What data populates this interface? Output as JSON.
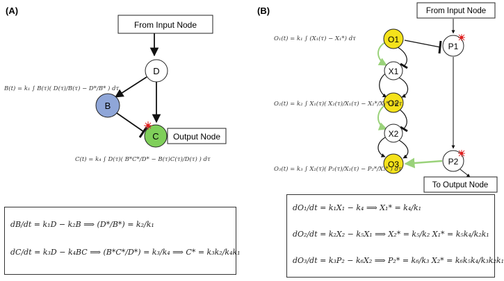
{
  "panel_a": {
    "label": "(A)",
    "input_box": "From Input Node",
    "output_box": "Output Node",
    "nodes": {
      "d": "D",
      "b": "B",
      "c": "C"
    },
    "eq_b": "B(t) = k₁ ∫ B(τ)( D(τ)/B(τ) − D*/B* ) dτ",
    "eq_c": "C(t) = k₄ ∫ D(τ)( B*C*/D* − B(τ)C(τ)/D(τ) ) dτ",
    "box_lines": [
      "dB/dt = k₁D − k₂B  ⟹  (D*/B*) = k₂/k₁",
      "dC/dt = k₃D − k₄BC  ⟹  (B*C*/D*) = k₃/k₄  ⟹  C* = k₃k₂/k₄k₁"
    ]
  },
  "panel_b": {
    "label": "(B)",
    "input_box": "From Input Node",
    "output_box": "To Output Node",
    "nodes": {
      "o1": "O1",
      "o2": "O2",
      "o3": "O3",
      "x1": "X1",
      "x2": "X2",
      "p1": "P1",
      "p2": "P2"
    },
    "eq_o1": "O₁(t) = k₁ ∫ (X₁(τ) − X₁*) dτ",
    "eq_o2": "O₂(t) = k₂ ∫ X₁(τ)( X₂(τ)/X₁(τ) − X₂*/X₁* ) dτ",
    "eq_o3": "O₃(t) = k₃ ∫ X₂(τ)( P₂(τ)/X₂(τ) − P₂*/X₂* ) dτ",
    "box_lines": [
      "dO₁/dt = k₁X₁ − k₄  ⟹  X₁* = k₄/k₁",
      "dO₂/dt = k₂X₂ − k₅X₁  ⟹  X₂* = k₅/k₂ X₁* = k₅k₄/k₂k₁",
      "dO₃/dt = k₃P₂ − k₆X₂  ⟹  P₂* = k₆/k₃ X₂* = k₆k₅k₄/k₃k₂k₁"
    ]
  },
  "colors": {
    "blue_node": "#8fa6d8",
    "green_node": "#7fcf5a",
    "yellow_node": "#f5e21b",
    "green_arrow": "#9ad27a",
    "red_arrow": "#e03030",
    "star": "#e02020"
  }
}
